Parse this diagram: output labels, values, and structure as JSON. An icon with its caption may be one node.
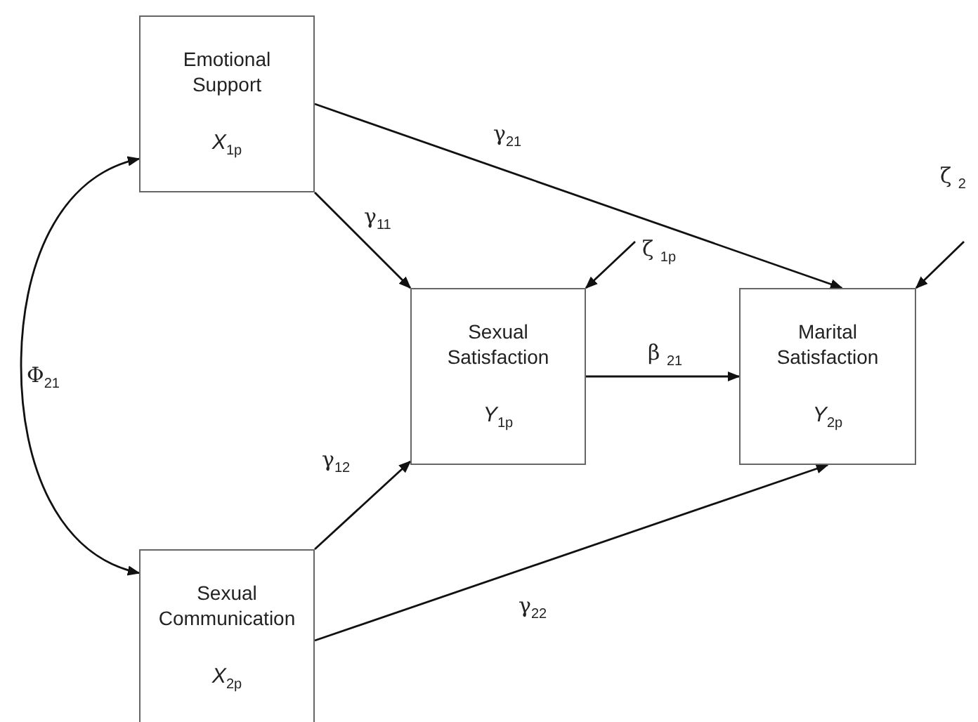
{
  "diagram": {
    "nodes": [
      {
        "text": [
          "Emotional Support",
          "*X*$_{1p}$"
        ]
      },
      {
        "text": [
          "Sexual Satisfaction",
          "*Y*$_{1p}$"
        ]
      },
      {
        "text": [
          "Marital Satisfaction",
          "*Y*$_{2p}$"
        ]
      },
      {
        "text": [
          "Sexual Communication",
          "*X*$_{2p}$"
        ]
      }
    ],
    "edges": [
      {
        "from": 0,
        "to": 3,
        "arrow": "both",
        "label": "Φ$_{21}$"
      },
      {
        "from": 0,
        "to": 2,
        "arrow": "to",
        "label": "γ$_{21}$"
      },
      {
        "from": 0,
        "to": 1,
        "arrow": "to",
        "label": "γ$_{11}$"
      },
      {
        "from": null,
        "to": 1,
        "arrow": "to",
        "label": "ζ $_{1p}$"
      },
      {
        "from": null,
        "to": 2,
        "arrow": "to",
        "label": "ζ $_{2}$"
      },
      {
        "from": 1,
        "to": 2,
        "arrow": "to",
        "label": "β $_{21}$"
      },
      {
        "from": 3,
        "to": 1,
        "arrow": "to",
        "label": "γ$_{12}$"
      },
      {
        "from": 3,
        "to": 2,
        "arrow": "to",
        "label": "γ$_{22}$"
      }
    ]
  }
}
